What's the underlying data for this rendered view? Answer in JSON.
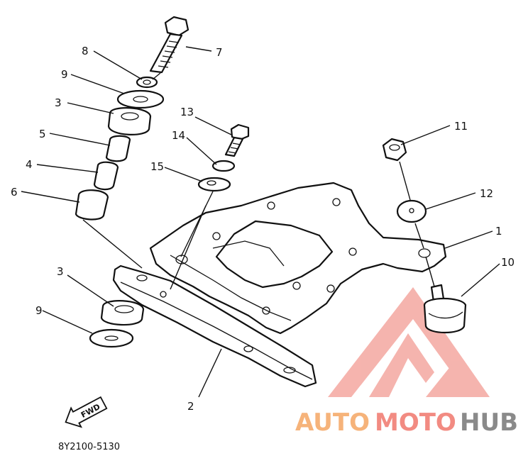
{
  "diagram": {
    "callouts": [
      "7",
      "8",
      "9",
      "3",
      "5",
      "4",
      "6",
      "13",
      "14",
      "15",
      "11",
      "12",
      "1",
      "10",
      "3",
      "9",
      "2"
    ],
    "part_code": "8Y2100-5130",
    "fwd_label": "FWD"
  },
  "watermark": {
    "text_part1": "AUTO",
    "text_part2": "MOTO",
    "text_part3": "HUB",
    "colors": {
      "orange": "#f6b37a",
      "red": "#f28b82",
      "gray": "#8a8a8a"
    }
  }
}
